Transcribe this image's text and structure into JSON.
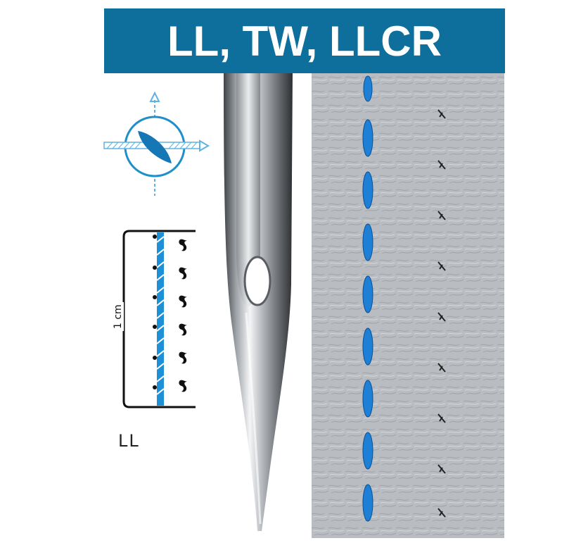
{
  "banner": {
    "title": "LL, TW, LLCR"
  },
  "diagram": {
    "scale_label": "1 cm",
    "point_label": "LL"
  },
  "colors": {
    "banner": "#0e6f9c",
    "accent_blue": "#1f8fc9",
    "thread_blue": "#1e7fd6",
    "leather": "#b7bbbf"
  }
}
